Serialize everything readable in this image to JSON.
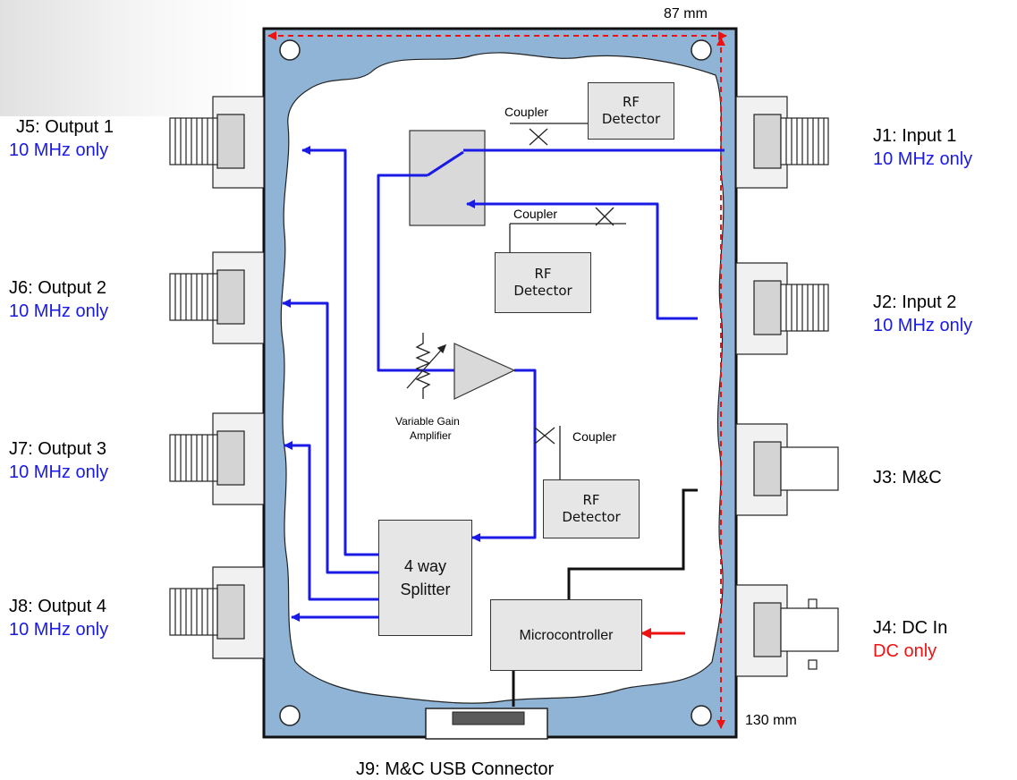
{
  "dimensions": {
    "width_label": "87 mm",
    "height_label": "130 mm"
  },
  "connectors": {
    "j5": {
      "name": "J5: Output 1",
      "note": "10 MHz only"
    },
    "j6": {
      "name": "J6: Output 2",
      "note": "10 MHz only"
    },
    "j7": {
      "name": "J7: Output 3",
      "note": "10 MHz only"
    },
    "j8": {
      "name": "J8: Output 4",
      "note": "10 MHz only"
    },
    "j1": {
      "name": "J1: Input 1",
      "note": "10 MHz only"
    },
    "j2": {
      "name": "J2: Input 2",
      "note": "10 MHz only"
    },
    "j3": {
      "name": "J3: M&C"
    },
    "j4": {
      "name": "J4: DC In",
      "note": "DC only"
    },
    "j9": {
      "name": "J9: M&C USB Connector"
    }
  },
  "blocks": {
    "rf_detector_top": {
      "line1": "RF",
      "line2": "Detector"
    },
    "rf_detector_mid": {
      "line1": "RF",
      "line2": "Detector"
    },
    "rf_detector_low": {
      "line1": "RF",
      "line2": "Detector"
    },
    "splitter": {
      "line1": "4 way",
      "line2": "Splitter"
    },
    "microcontroller": {
      "label": "Microcontroller"
    }
  },
  "labels": {
    "coupler_top": "Coupler",
    "coupler_mid": "Coupler",
    "coupler_low": "Coupler",
    "vga_line1": "Variable Gain",
    "vga_line2": "Amplifier"
  },
  "colors": {
    "enclosure": "#8fb4d6",
    "rf_path": "#1a1ae6",
    "dc_path": "#ee1111",
    "block_fill": "#e6e6e6",
    "dimension_line": "#ee1111"
  }
}
